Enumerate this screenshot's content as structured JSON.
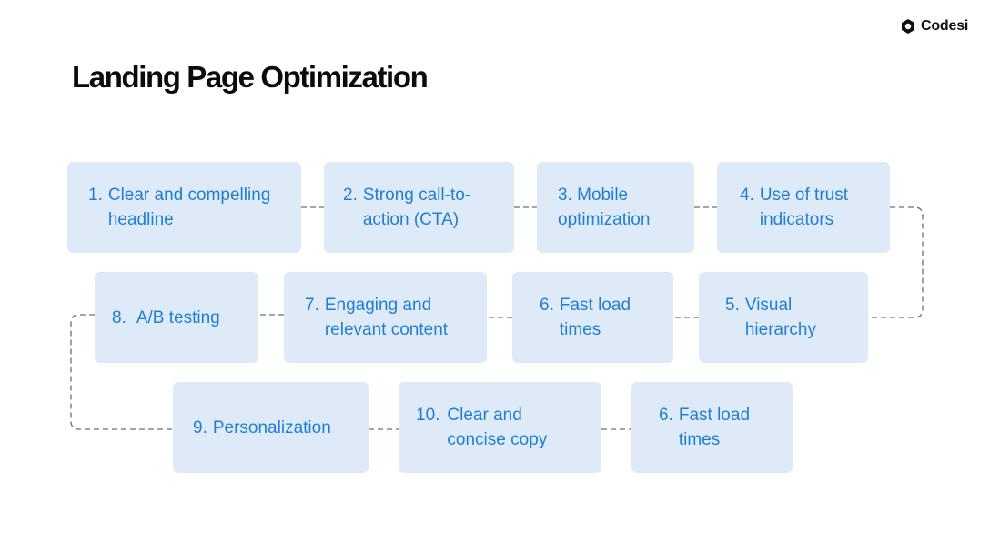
{
  "brand": {
    "name": "Codesi",
    "icon": "codesi-logo-icon"
  },
  "title": "Landing Page Optimization",
  "colors": {
    "box_fill": "#dfeaf8",
    "text": "#1f7fd1",
    "connector": "#6f6f6f",
    "title": "#0b0b0b"
  },
  "steps": [
    {
      "num": "1.",
      "label": "Clear and compelling headline"
    },
    {
      "num": "2.",
      "label": "Strong call-to-action (CTA)"
    },
    {
      "num": "3.",
      "label": "Mobile optimization"
    },
    {
      "num": "4.",
      "label": "Use of trust indicators"
    },
    {
      "num": "5.",
      "label": "Visual hierarchy"
    },
    {
      "num": "6.",
      "label": "Fast load times"
    },
    {
      "num": "7.",
      "label": "Engaging and relevant content"
    },
    {
      "num": "8.",
      "label": "A/B testing"
    },
    {
      "num": "9.",
      "label": "Personalization"
    },
    {
      "num": "10.",
      "label": "Clear and concise copy"
    },
    {
      "num": "6.",
      "label": "Fast load times"
    }
  ]
}
